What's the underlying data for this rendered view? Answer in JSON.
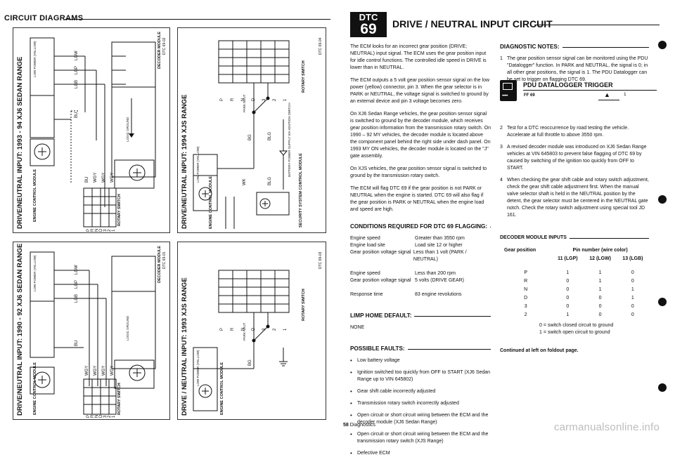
{
  "header": {
    "section_title": "CIRCUIT DIAGRAMS"
  },
  "panels": {
    "p1": {
      "title": "DRIVE/NEUTRAL INPUT: 1993 - 94 XJ6 SEDAN RANGE",
      "ref": "DTC 69-02",
      "module_left": "ENGINE CONTROL MODULE",
      "module_right": "DECODER MODULE",
      "switch": "ROTARY SWITCH",
      "box_label": "LOW POWER (YELLOW)",
      "wire_labels": [
        "LGW",
        "LGP",
        "LGB",
        "BU"
      ],
      "ground": "LOGIC GROUND",
      "positions": [
        "P",
        "R",
        "N",
        "D",
        "3",
        "2",
        "1"
      ],
      "switch_wires": [
        "BU",
        "WGY",
        "WGY",
        "WGY"
      ]
    },
    "p2": {
      "title": "DRIVE/NEUTRAL INPUT: 1990 - 92 XJ6 SEDAN RANGE",
      "ref": "DTC 69-01",
      "module_left": "ENGINE CONTROL MODULE",
      "module_right": "DECODER MODULE",
      "switch": "ROTARY SWITCH",
      "box_label": "LOW POWER (YELLOW)",
      "wire_labels": [
        "LGW",
        "LGP",
        "LGB",
        "BU"
      ],
      "ground": "LOGIC GROUND",
      "positions": [
        "P",
        "R",
        "N",
        "D",
        "3",
        "2",
        "1"
      ],
      "switch_wires": [
        "WGY",
        "WGY",
        "WGY",
        "WGY"
      ]
    },
    "p3": {
      "title": "DRIVE/NEUTRAL INPUT: 1994 XJS RANGE",
      "ref": "DTC 69-04",
      "module_left": "ENGINE CONTROL MODULE",
      "module_right": "SECURITY SYSTEM CONTROL MODULE",
      "switch": "ROTARY SWITCH",
      "box_label": "LOW POWER (YELLOW)",
      "battery": "BATTERY POWER SUPPLY VIA IGNITION SWITCH",
      "park_neut": "PARK NEUT",
      "positions": [
        "P",
        "R",
        "N",
        "D",
        "3",
        "2",
        "1"
      ],
      "wire_labels": [
        "BG",
        "BLG",
        "BLG",
        "WK"
      ]
    },
    "p4": {
      "title": "DRIVE / NEUTRAL INPUT: 1993 XJS RANGE",
      "ref": "DTC 69-03",
      "module_left": "ENGINE CONTROL MODULE",
      "switch": "ROTARY SWITCH",
      "box_label": "LOW POWER (YELLOW)",
      "park_neut": "PARK NEUT",
      "positions": [
        "P",
        "R",
        "N",
        "D",
        "3",
        "2",
        "1"
      ],
      "wire_labels": [
        "BG"
      ]
    }
  },
  "dtc": {
    "label": "DTC",
    "number": "69",
    "title": "DRIVE / NEUTRAL INPUT CIRCUIT"
  },
  "intro": [
    "The ECM looks for an incorrect gear position (DRIVE; NEUTRAL) input signal. The ECM uses the gear position input for idle control functions. The controlled idle speed in DRIVE is lower than in NEUTRAL.",
    "The ECM outputs a 5 volt gear position sensor signal on the low power (yellow) connector, pin 3. When the gear selector is in PARK or NEUTRAL, the voltage signal is switched to ground by an external device and pin 3 voltage becomes zero.",
    "On XJ6 Sedan Range vehicles, the gear position sensor signal is switched to ground by the decoder module, which receives gear position information from the transmission rotary switch. On 1990 – 92 MY vehicles, the decoder module is located above the component panel behind the right side under dash panel. On 1993 MY ON vehicles, the decoder module is located on the \"J\" gate assembly.",
    "On XJS vehicles, the gear position sensor signal is switched to ground by the transmission rotary switch.",
    "The ECM will flag DTC 69 if the gear position is not PARK or NEUTRAL when the engine is started. DTC 69 will also flag if the gear position is PARK or NEUTRAL when the engine load and speed are high."
  ],
  "conditions": {
    "title": "CONDITIONS REQUIRED FOR DTC 69 FLAGGING:",
    "group1": [
      {
        "k": "Engine speed",
        "v": "Greater than 3550 rpm"
      },
      {
        "k": "Engine load site",
        "v": "Load site 12 or higher"
      },
      {
        "k": "Gear position voltage signal",
        "v": "Less than 1 volt (PARK / NEUTRAL)"
      }
    ],
    "group2": [
      {
        "k": "Engine speed",
        "v": "Less than 200 rpm"
      },
      {
        "k": "Gear position voltage signal",
        "v": "5 volts (DRIVE GEAR)"
      }
    ],
    "group3": [
      {
        "k": "Response time",
        "v": "83 engine revolutions"
      }
    ]
  },
  "limp_home": {
    "title": "LIMP HOME DEFAULT:",
    "value": "NONE"
  },
  "faults": {
    "title": "POSSIBLE FAULTS:",
    "items": [
      "Low battery voltage",
      "Ignition switched too quickly from OFF to START (XJ6 Sedan Range up to VIN 645802)",
      "Gear shift cable incorrectly adjusted",
      "Transmission rotary switch incorrectly adjusted",
      "Open circuit or short circuit wiring between the ECM and the decoder module (XJ6 Sedan Range)",
      "Open circuit or short circuit wiring between the ECM and the transmission rotary switch (XJS Range)",
      "Defective ECM"
    ]
  },
  "diagnostic": {
    "title": "DIAGNOSTIC NOTES:",
    "note1": "The gear position sensor signal can be monitored using the PDU \"Datalogger\" function. In PARK and NEUTRAL, the signal is 0; in all other gear positions, the signal is 1. The PDU Datalogger can be set to trigger on flagging DTC 69.",
    "pdu_title": "PDU DATALOGGER TRIGGER",
    "pdu_ff": "FF 69",
    "pdu_num": "1",
    "notes": [
      "Test for a DTC reoccurrence by road testing the vehicle. Accelerate at full throttle to above 3550 rpm.",
      "A revised decoder module was introduced on XJ6 Sedan Range vehicles at VIN 645803 to prevent false flagging of DTC 69 by caused by switching of the ignition too quickly from OFF to START.",
      "When checking the gear shift cable and rotary switch adjustment, check the gear shift cable adjustment first. When the manual valve selector shaft is held in the NEUTRAL position by the detent, the gear selector must be centered in the NEUTRAL gate notch. Check the rotary switch adjustment using special tool JD 161."
    ]
  },
  "decoder": {
    "title": "DECODER MODULE INPUTS",
    "col_gear": "Gear position",
    "col_pin": "Pin number (wire color)",
    "pins": [
      "11 (LGP)",
      "12 (LGW)",
      "13 (LGB)"
    ],
    "rows": [
      {
        "g": "P",
        "v": [
          "1",
          "1",
          "0"
        ]
      },
      {
        "g": "R",
        "v": [
          "0",
          "1",
          "0"
        ]
      },
      {
        "g": "N",
        "v": [
          "0",
          "1",
          "1"
        ]
      },
      {
        "g": "D",
        "v": [
          "0",
          "0",
          "1"
        ]
      },
      {
        "g": "3",
        "v": [
          "0",
          "0",
          "0"
        ]
      },
      {
        "g": "2",
        "v": [
          "1",
          "0",
          "0"
        ]
      }
    ],
    "legend0": "0 = switch closed circuit to ground",
    "legend1": "1 = switch open circuit to ground",
    "continued": "Continued at left on foldout page."
  },
  "footer": {
    "page": "58",
    "section": "Diagnostics"
  },
  "watermark": "carmanualsonline.info"
}
